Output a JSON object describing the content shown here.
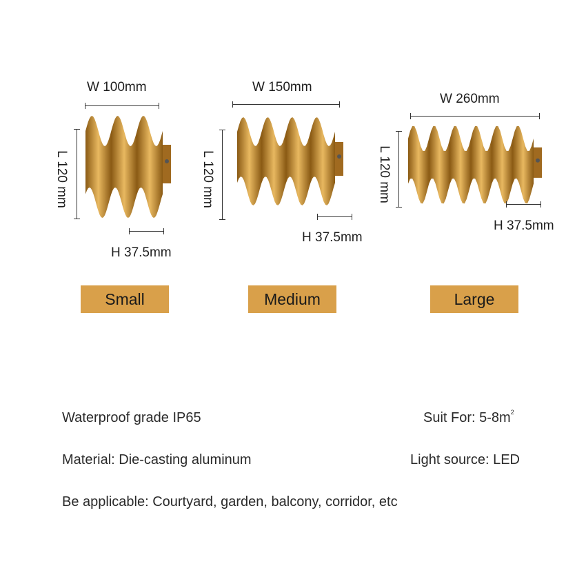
{
  "colors": {
    "gold": "#d9a04a",
    "gold_dark": "#8a5a14",
    "text": "#222222"
  },
  "products": [
    {
      "size_label": "Small",
      "width_label": "W 100mm",
      "length_label": "L 120 mm",
      "height_label": "H 37.5mm",
      "waves": 3
    },
    {
      "size_label": "Medium",
      "width_label": "W 150mm",
      "length_label": "L 120 mm",
      "height_label": "H 37.5mm",
      "waves": 4
    },
    {
      "size_label": "Large",
      "width_label": "W 260mm",
      "length_label": "L 120 mm",
      "height_label": "H 37.5mm",
      "waves": 6
    }
  ],
  "specs": {
    "waterproof": "Waterproof grade IP65",
    "suit_for": "Suit For: 5-8m",
    "suit_for_sup": "2",
    "material": "Material: Die-casting aluminum",
    "light_source": "Light source: LED",
    "applicable": "Be applicable: Courtyard, garden, balcony, corridor, etc"
  }
}
